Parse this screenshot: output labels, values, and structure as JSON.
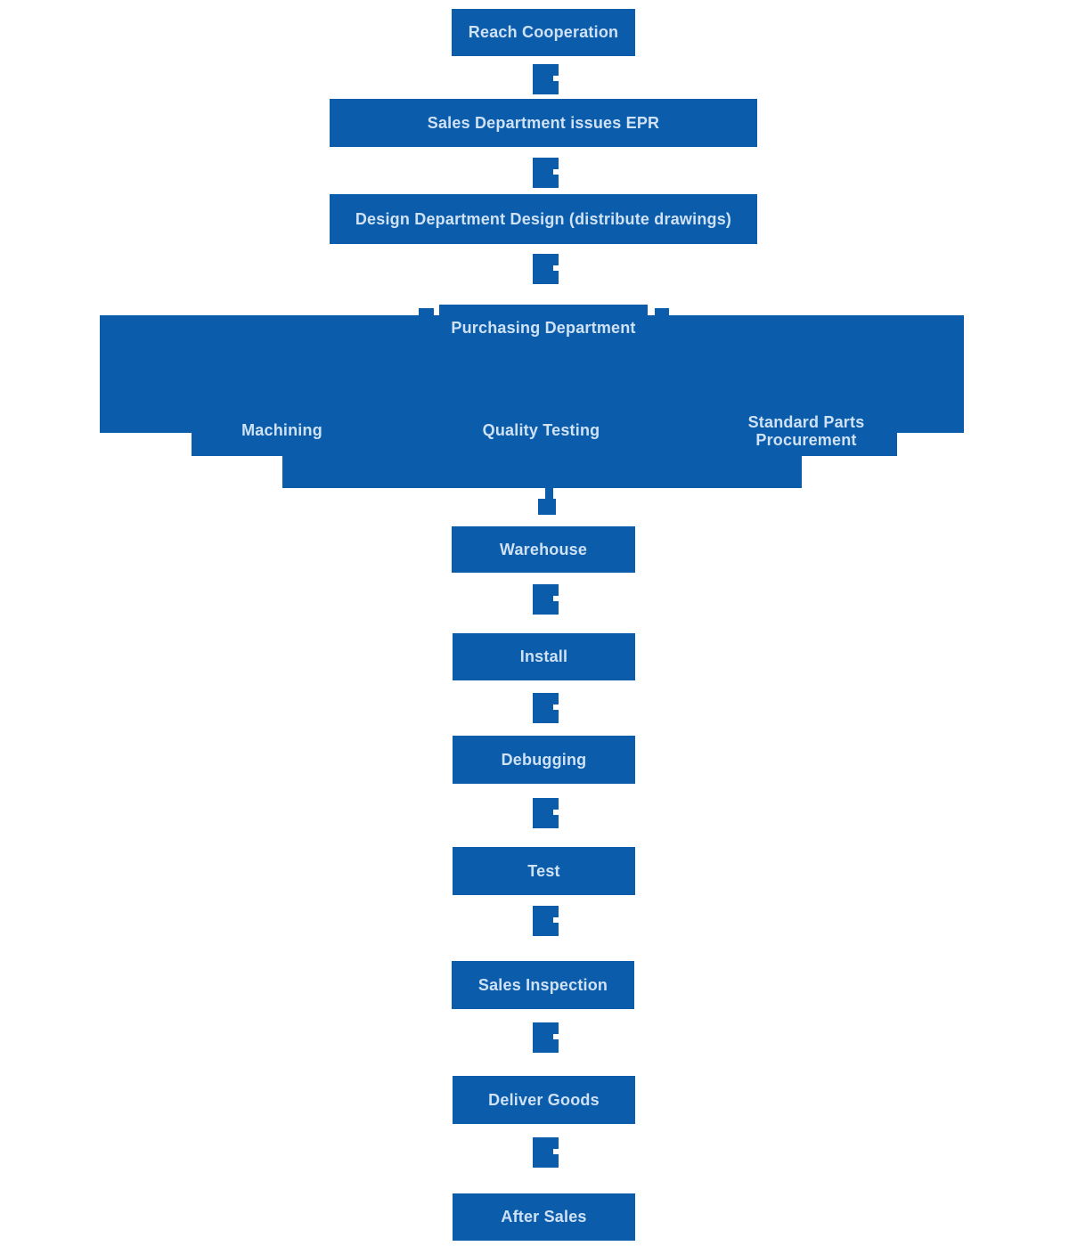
{
  "colors": {
    "blue": "#0b5caa",
    "text": "#cfe1f4",
    "bg": "#ffffff"
  },
  "flow": {
    "nodes": [
      {
        "id": "reach-cooperation",
        "label": "Reach Cooperation"
      },
      {
        "id": "sales-epr",
        "label": "Sales Department issues EPR"
      },
      {
        "id": "design-department",
        "label": "Design Department Design (distribute drawings)"
      },
      {
        "id": "purchasing-department",
        "label": "Purchasing Department"
      },
      {
        "id": "machining",
        "label": "Machining"
      },
      {
        "id": "quality-testing",
        "label": "Quality Testing"
      },
      {
        "id": "standard-parts-procurement",
        "label": "Standard Parts Procurement"
      },
      {
        "id": "warehouse",
        "label": "Warehouse"
      },
      {
        "id": "install",
        "label": "Install"
      },
      {
        "id": "debugging",
        "label": "Debugging"
      },
      {
        "id": "test",
        "label": "Test"
      },
      {
        "id": "sales-inspection",
        "label": "Sales Inspection"
      },
      {
        "id": "deliver-goods",
        "label": "Deliver Goods"
      },
      {
        "id": "after-sales",
        "label": "After Sales"
      }
    ]
  }
}
